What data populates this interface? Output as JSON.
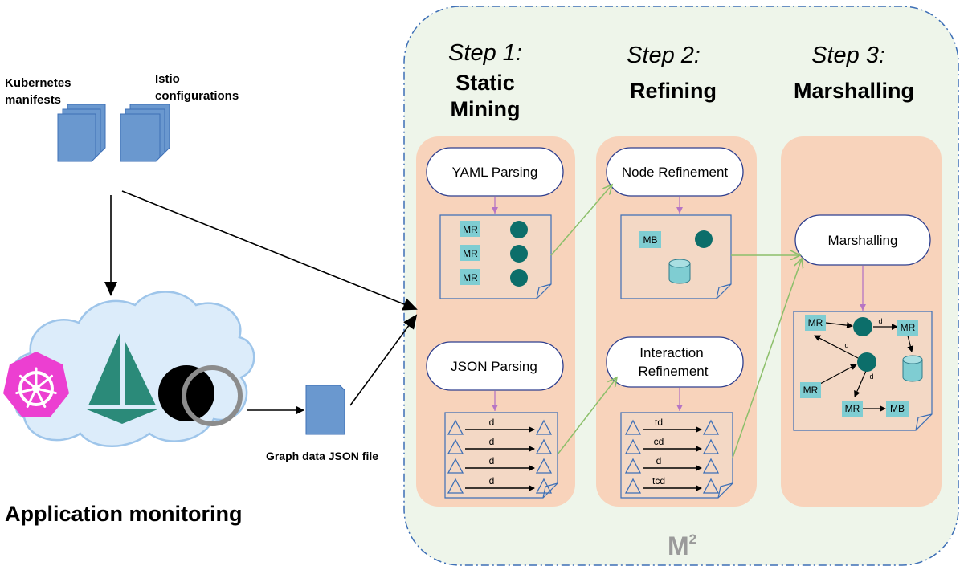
{
  "inputs": {
    "kubernetes_label_line1": "Kubernetes",
    "kubernetes_label_line2": "manifests",
    "istio_label_line1": "Istio",
    "istio_label_line2": "configurations"
  },
  "monitoring": {
    "title": "Application monitoring",
    "json_file_label": "Graph data JSON file"
  },
  "steps": [
    {
      "number": "Step 1:",
      "name_line1": "Static",
      "name_line2": "Mining"
    },
    {
      "number": "Step 2:",
      "name_line1": "Refining",
      "name_line2": ""
    },
    {
      "number": "Step 3:",
      "name_line1": "Marshalling",
      "name_line2": ""
    }
  ],
  "step1": {
    "yaml_label": "YAML Parsing",
    "json_label": "JSON Parsing",
    "node_labels": [
      "MR",
      "MR",
      "MR"
    ],
    "edge_labels": [
      "d",
      "d",
      "d",
      "d"
    ]
  },
  "step2": {
    "node_refinement_label": "Node Refinement",
    "interaction_label_line1": "Interaction",
    "interaction_label_line2": "Refinement",
    "node_label": "MB",
    "edge_labels": [
      "td",
      "cd",
      "d",
      "tcd"
    ]
  },
  "step3": {
    "marshalling_label": "Marshalling",
    "graph_labels": {
      "mr_top_left": "MR",
      "mr_top_right": "MR",
      "mr_bottom_left": "MR",
      "mr_bottom": "MR",
      "mb": "MB"
    },
    "edge_labels": {
      "top": "d",
      "left": "d",
      "right": "d"
    }
  },
  "footer": {
    "base": "M",
    "sup": "2"
  },
  "colors": {
    "panel_bg": "#eef5ea",
    "panel_border": "#3d6fb6",
    "lane_bg": "#f8d3bb",
    "pill_border": "#2e3f8f",
    "doc_bg": "#f3d8c5",
    "node_green": "#0c6e6a",
    "tag_bg": "#7fcdd2",
    "green_arrow": "#8cbf6a",
    "purple_arrow": "#b675c4",
    "manifest_blue": "#6a98cf",
    "k8s_magenta": "#ec3fd1",
    "istio_teal": "#2b8a79"
  }
}
